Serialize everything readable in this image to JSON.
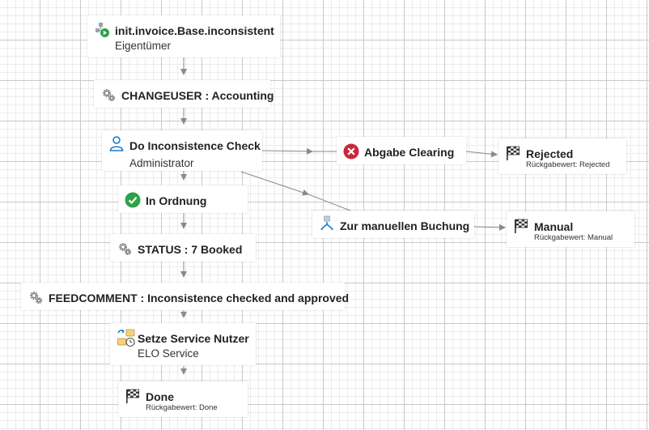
{
  "nodes": {
    "start": {
      "title": "init.invoice.Base.inconsistent",
      "subtitle": "Eigentümer"
    },
    "changeuser": {
      "title": "CHANGEUSER : Accounting"
    },
    "check": {
      "title": "Do Inconsistence Check",
      "subtitle": "Administrator"
    },
    "abgabe": {
      "title": "Abgabe Clearing"
    },
    "rejected": {
      "title": "Rejected",
      "subtitle": "Rückgabewert: Rejected"
    },
    "ordnung": {
      "title": "In Ordnung"
    },
    "manuell": {
      "title": "Zur manuellen Buchung"
    },
    "manual": {
      "title": "Manual",
      "subtitle": "Rückgabewert: Manual"
    },
    "status": {
      "title": "STATUS : 7 Booked"
    },
    "feedcomment": {
      "title": "FEEDCOMMENT : Inconsistence checked and approved"
    },
    "service": {
      "title": "Setze Service Nutzer",
      "subtitle": "ELO Service"
    },
    "done": {
      "title": "Done",
      "subtitle": "Rückgabewert: Done"
    }
  },
  "icons": {
    "start": "workflow-start-icon",
    "gear": "gear-icon",
    "user": "user-icon",
    "error": "red-x-circle-icon",
    "success": "green-check-circle-icon",
    "split": "split-flow-icon",
    "finish": "checkered-flag-icon",
    "service": "folder-timer-icon"
  },
  "colors": {
    "connector": "#8a8a8a",
    "user_blue": "#1f78c8",
    "error_red": "#c8283a",
    "success_green": "#2ea24a",
    "grid": "#d9d9d9"
  }
}
